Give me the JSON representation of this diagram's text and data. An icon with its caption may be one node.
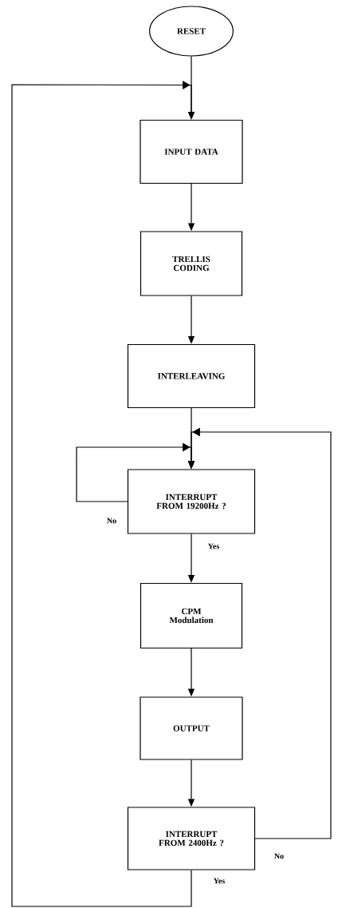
{
  "diagram": {
    "nodes": [
      {
        "text": [
          "RESET"
        ]
      },
      {
        "text": [
          "INPUT DATA"
        ]
      },
      {
        "text": [
          "TRELLIS CODING"
        ]
      },
      {
        "text": [
          "INTERLEAVING"
        ]
      },
      {
        "text": [
          "INTERRUPT FROM 19200Hz ?"
        ]
      },
      {
        "text": [
          "CPM Modulation"
        ]
      },
      {
        "text": [
          "OUTPUT"
        ]
      },
      {
        "text": [
          "INTERRUPT FROM 2400Hz ?"
        ]
      }
    ],
    "edges": [
      {
        "from": 0,
        "to": 1,
        "arrow": "to"
      },
      {
        "from": 1,
        "to": 2,
        "arrow": "to"
      },
      {
        "from": 2,
        "to": 3,
        "arrow": "to"
      },
      {
        "from": 3,
        "to": 4,
        "arrow": "to"
      },
      {
        "from": 4,
        "to": 4,
        "arrow": "to",
        "label": "No"
      },
      {
        "from": 4,
        "to": 5,
        "arrow": "to",
        "label": "Yes"
      },
      {
        "from": 5,
        "to": 6,
        "arrow": "to"
      },
      {
        "from": 6,
        "to": 7,
        "arrow": "to"
      },
      {
        "from": 7,
        "to": 1,
        "arrow": "to",
        "label": "Yes"
      },
      {
        "from": 7,
        "to": 4,
        "arrow": "to",
        "label": "No"
      }
    ]
  }
}
